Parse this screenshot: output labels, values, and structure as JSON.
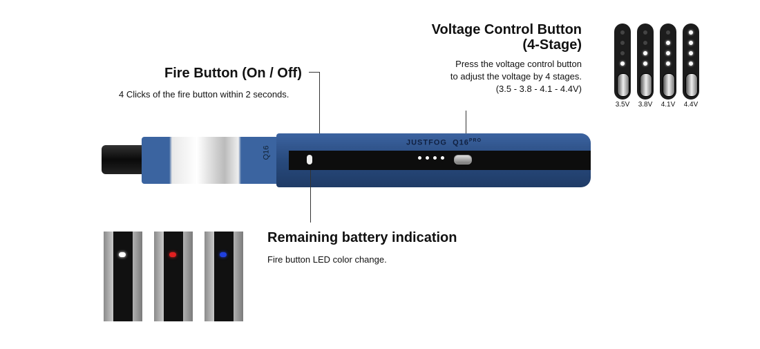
{
  "fire": {
    "title": "Fire Button (On / Off)",
    "desc": "4 Clicks of the fire button within 2 seconds."
  },
  "voltage": {
    "title1": "Voltage Control Button",
    "title2": "(4-Stage)",
    "desc1": "Press the voltage control button",
    "desc2": "to adjust the voltage by 4 stages.",
    "desc3": "(3.5 - 3.8 - 4.1 - 4.4V)",
    "stages": [
      {
        "label": "3.5V",
        "lit": 1
      },
      {
        "label": "3.8V",
        "lit": 2
      },
      {
        "label": "4.1V",
        "lit": 3
      },
      {
        "label": "4.4V",
        "lit": 4
      }
    ]
  },
  "battery": {
    "title": "Remaining battery indication",
    "desc": "Fire button LED color change.",
    "led_colors": [
      "#ffffff",
      "#e02020",
      "#2040e0"
    ]
  },
  "device": {
    "brand": "JUSTFOG",
    "model": "Q16",
    "model_sup": "PRO",
    "color": "#2f5183"
  }
}
